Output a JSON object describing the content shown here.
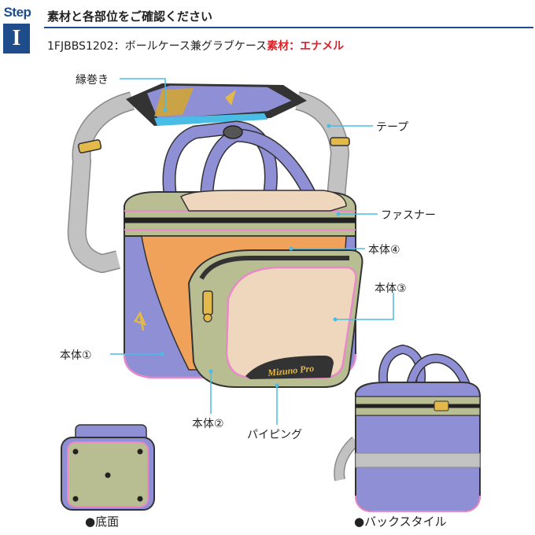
{
  "step": {
    "word": "Step",
    "number": "I"
  },
  "heading": "素材と各部位をご確認ください",
  "product": {
    "code_name": "1FJBBS1202：ボールケース兼グラブケース",
    "material_label": "素材：エナメル"
  },
  "brand_mark": "Mizuno Pro",
  "callouts": {
    "binding": "縁巻き",
    "tape": "テープ",
    "zipper": "ファスナー",
    "body4": "本体④",
    "body3": "本体③",
    "body1": "本体①",
    "body2": "本体②",
    "piping": "パイピング"
  },
  "captions": {
    "bottom": "●底面",
    "back": "●バックスタイル"
  },
  "colors": {
    "heading_blue": "#1f4d8c",
    "material_red": "#d8232a",
    "body_lavender": "#8f8fd6",
    "panel_orange": "#f0a25a",
    "pocket_beige": "#efd7bd",
    "olive": "#b8bd92",
    "strap_gray": "#c2c2c2",
    "piping_pink": "#e889c8",
    "accent_cyan": "#49bde6"
  }
}
